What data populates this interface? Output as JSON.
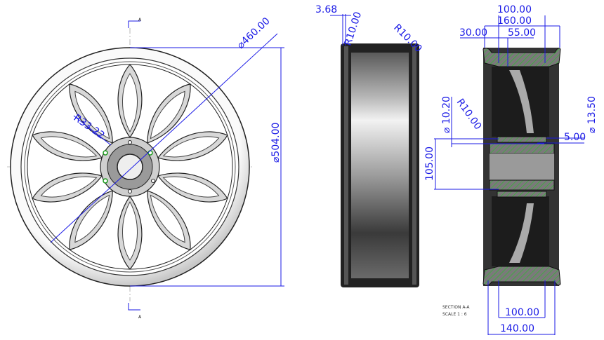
{
  "drawing": {
    "colors": {
      "dimension": "#1a1ae6",
      "hatch": "#22c522",
      "body": "#6a6a6a",
      "outline": "#111111"
    },
    "section_marker": "A",
    "section_caption": "SECTION A-A",
    "section_scale": "SCALE 1 : 6",
    "front_view": {
      "dim_outer_diameter": "⌀504.00",
      "dim_inner_diameter": "⌀460.00",
      "dim_spoke_radius": "R33.22",
      "spoke_count": 10
    },
    "side_view": {
      "dim_flange": "3.68",
      "dim_radius_left": "R10.00",
      "dim_radius_right": "R10.00"
    },
    "section_view": {
      "dim_top_1": "100.00",
      "dim_top_2": "160.00",
      "dim_top_3": "30.00",
      "dim_top_4": "55.00",
      "dim_hole_1": "⌀ 10.20",
      "dim_radius": "R10.00",
      "dim_hole_2": "⌀ 13.50",
      "dim_offset": "5.00",
      "dim_hub": "105.00",
      "dim_bottom_1": "100.00",
      "dim_bottom_2": "140.00"
    }
  }
}
